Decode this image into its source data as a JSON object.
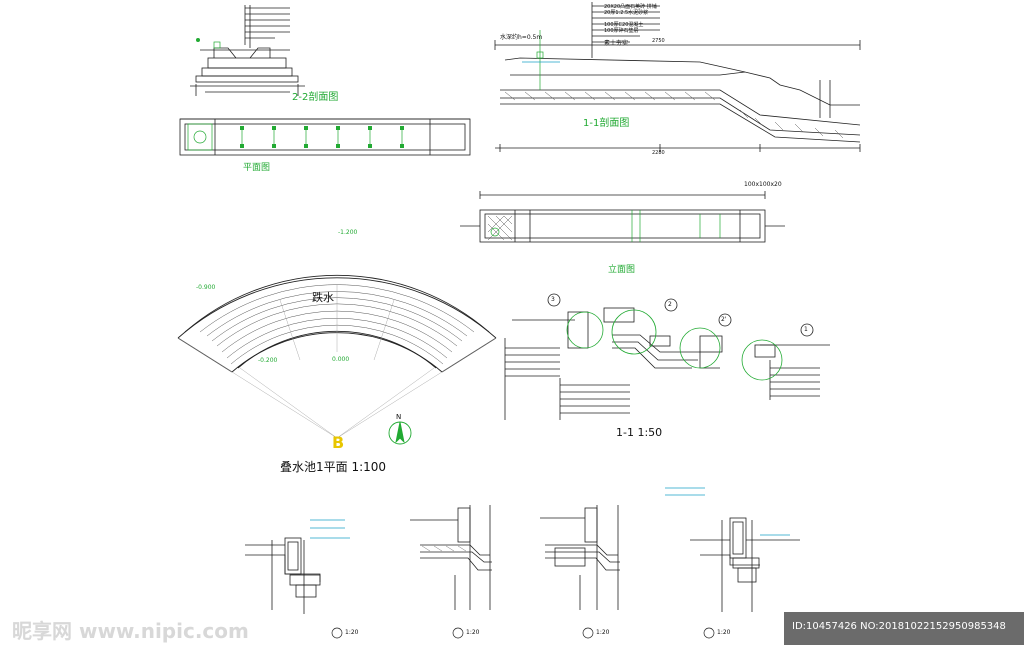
{
  "drawing": {
    "section_22_title": "2-2剖面图",
    "section_11_title": "1-1剖面图",
    "plan_title": "平面图",
    "elevation_title": "立面图",
    "fountain_plan_title": "叠水池1平面  1:100",
    "fountain_label": "跌水",
    "section_big_title": "1-1  1:50",
    "north_label": "N",
    "b_marker": "B",
    "elev_top": "-1.200",
    "elev_left": "-0.900",
    "elev_center": "0.000",
    "elev_inner": "-0.200",
    "water_depth": "水深约h=0.5m",
    "dim_2750": "2750",
    "dim_2280": "2280",
    "dim_100x100": "100x100x20",
    "legend_1": "20X20凸面石英砖 拼铺",
    "legend_2": "20厚1:2.5水泥砂浆",
    "legend_3": "100厚C20混凝土",
    "legend_4": "100厚碎石垫层",
    "legend_5": "素土夯实",
    "detail_3": "3",
    "detail_2": "2",
    "detail_2p": "2'",
    "detail_1": "1",
    "scale_3": "1:20",
    "scale_2": "1:20",
    "scale_2p": "1:20",
    "scale_1": "1:20"
  },
  "watermark": {
    "site_text": "昵享网 www.nipic.com",
    "id_text": "ID:10457426 NO:20181022152950985348"
  },
  "colors": {
    "line": "#222222",
    "green": "#22aa33",
    "cyan": "#1aa0c8",
    "hatch": "#555555"
  }
}
